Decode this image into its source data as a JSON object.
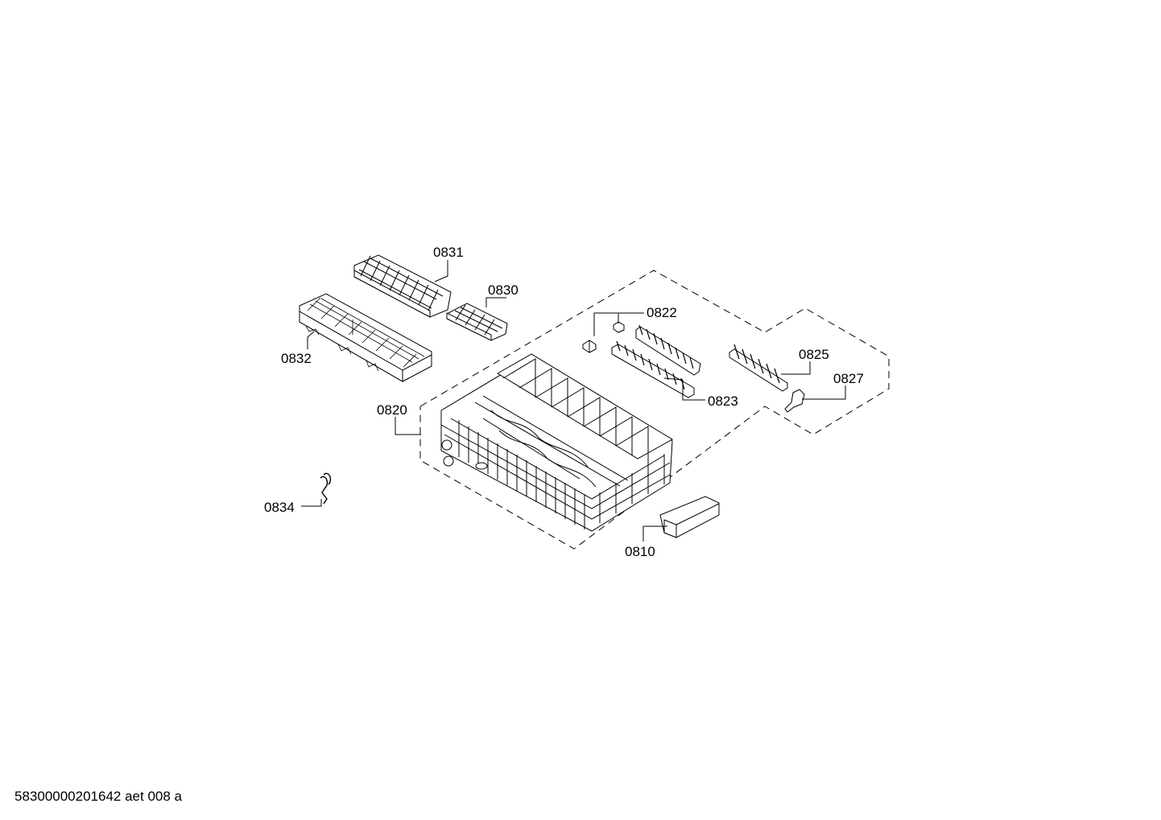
{
  "diagram": {
    "labels": {
      "p0831": "0831",
      "p0830": "0830",
      "p0832": "0832",
      "p0822": "0822",
      "p0823": "0823",
      "p0825": "0825",
      "p0827": "0827",
      "p0820": "0820",
      "p0834": "0834",
      "p0810": "0810"
    }
  },
  "footer": {
    "document_id": "58300000201642 aet 008 a"
  }
}
